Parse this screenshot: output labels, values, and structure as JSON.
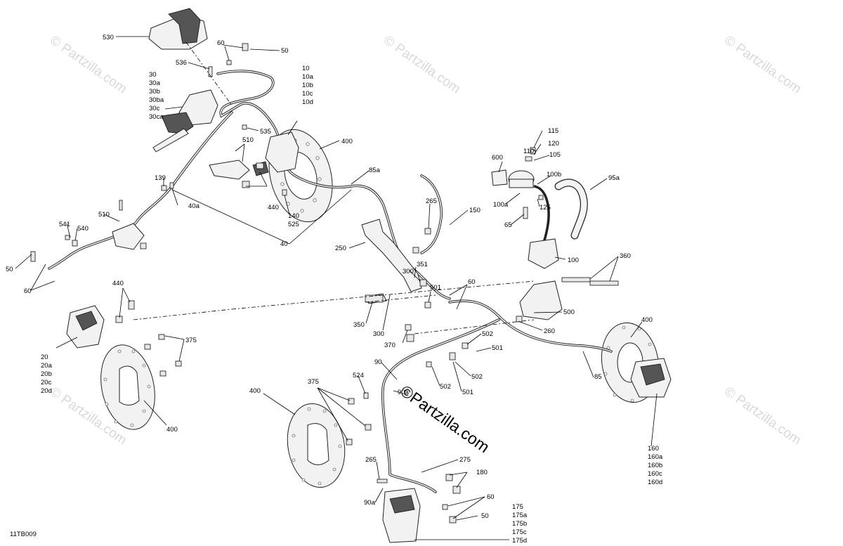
{
  "diagram_code": "11TB009",
  "watermark": {
    "text": "© Partzilla.com",
    "main_text": "©Partzilla.com"
  },
  "labels": {
    "l530": "530",
    "l60a": "60",
    "l50a": "50",
    "l536": "536",
    "l30": "30",
    "l30a": "30a",
    "l30b": "30b",
    "l30ba": "30ba",
    "l30c": "30c",
    "l30ca": "30ca",
    "l10": "10",
    "l10a": "10a",
    "l10b": "10b",
    "l10c": "10c",
    "l10d": "10d",
    "l535": "535",
    "l510a": "510",
    "l400a": "400",
    "l85a": "85a",
    "l139": "139",
    "l40a": "40a",
    "l440a": "440",
    "l140": "140",
    "l525": "525",
    "l40": "40",
    "l541": "541",
    "l540": "540",
    "l510b": "510",
    "l50b": "50",
    "l60b": "60",
    "l440b": "440",
    "l375a": "375",
    "l20": "20",
    "l20a": "20a",
    "l20b": "20b",
    "l20c": "20c",
    "l20d": "20d",
    "l400b": "400",
    "l265a": "265",
    "l150": "150",
    "l250": "250",
    "l300a": "300",
    "l351": "351",
    "l501a": "501",
    "l60c": "60",
    "l350": "350",
    "l300b": "300",
    "l370": "370",
    "l600": "600",
    "l110": "110",
    "l115": "115",
    "l120": "120",
    "l105": "105",
    "l100b": "100b",
    "l95a": "95a",
    "l100a": "100a",
    "l125": "125",
    "l65": "65",
    "l100": "100",
    "l360": "360",
    "l500": "500",
    "l260": "260",
    "l400c": "400",
    "l502a": "502",
    "l501b": "501",
    "l502b": "502",
    "l502c": "502",
    "l501c": "501",
    "l90": "90",
    "l524": "524",
    "l90a_top": "90a",
    "l85": "85",
    "l160": "160",
    "l160a": "160a",
    "l160b": "160b",
    "l160c": "160c",
    "l160d": "160d",
    "l375b": "375",
    "l400d": "400",
    "l265b": "265",
    "l275": "275",
    "l180": "180",
    "l90a_bot": "90a",
    "l60d": "60",
    "l50c": "50",
    "l175": "175",
    "l175a": "175a",
    "l175b": "175b",
    "l175c": "175c",
    "l175d": "175d"
  }
}
